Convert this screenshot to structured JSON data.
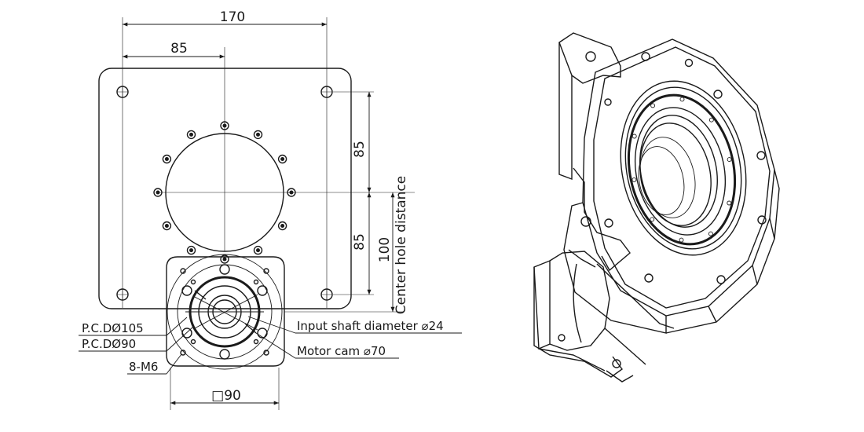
{
  "drawing": {
    "dim_width_total": "170",
    "dim_half_width": "85",
    "dim_upper_half": "85",
    "dim_lower_half": "85",
    "dim_center": "100",
    "center_label": "Center hole distance",
    "pcd_outer": "P.C.DØ105",
    "pcd_inner": "P.C.DØ90",
    "holes": "8-M6",
    "input_shaft": "Input shaft diameter ⌀24",
    "motor_cam": "Motor cam ⌀70",
    "square": "□90"
  }
}
